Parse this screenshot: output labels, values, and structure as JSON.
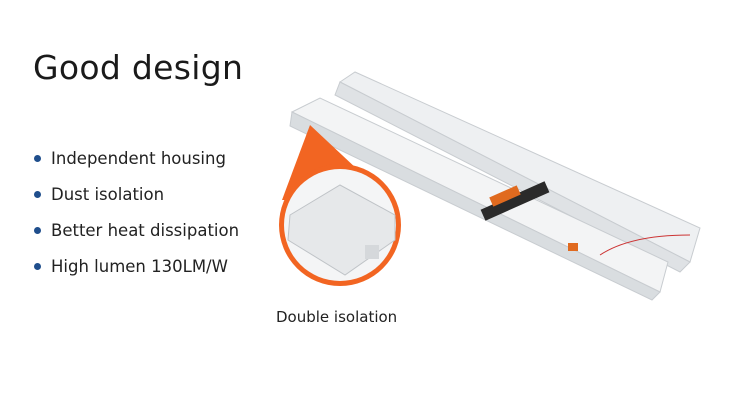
{
  "title": "Good design",
  "features": [
    "Independent housing",
    "Dust isolation",
    "Better heat dissipation",
    "High lumen 130LM/W"
  ],
  "caption": "Double isolation",
  "colors": {
    "accent": "#f26522",
    "bullet": "#1f4e8c"
  }
}
